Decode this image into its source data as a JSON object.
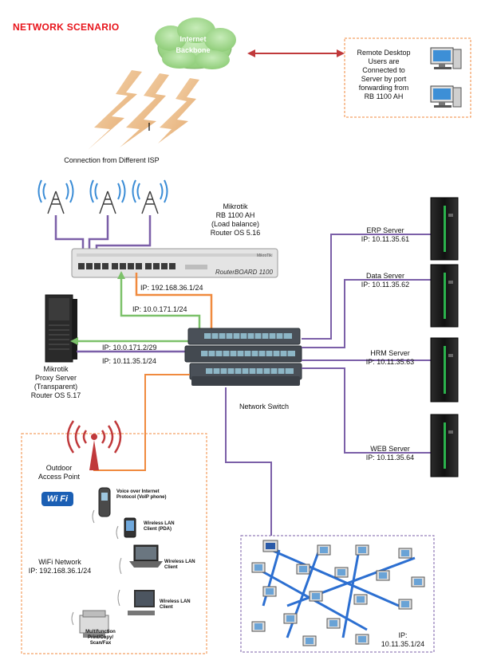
{
  "title": "NETWORK SCENARIO",
  "cloud": {
    "line1": "Internet",
    "line2": "Backbone"
  },
  "remote": [
    "Remote Desktop",
    "Users are",
    "Connected to",
    "Server by port",
    "forwarding from",
    "RB 1100 AH"
  ],
  "isp_caption": "Connection from Different ISP",
  "router": {
    "l1": "Mikrotik",
    "l2": "RB 1100 AH",
    "l3": "(Load balance)",
    "l4": "Router OS 5.16",
    "brand": "RouterBOARD 1100",
    "tiny": "MikroTik"
  },
  "ip_router_lan": "IP: 192.168.36.1/24",
  "ip_router_link": "IP: 10.0.171.1/24",
  "ip_proxy_a": "IP: 10.0.171.2/29",
  "ip_proxy_b": "IP: 10.11.35.1/24",
  "proxy": {
    "l1": "Mikrotik",
    "l2": "Proxy Server",
    "l3": "(Transparent)",
    "l4": "Router OS 5.17"
  },
  "switch_label": "Network Switch",
  "servers": [
    {
      "name": "ERP Server",
      "ip": "IP: 10.11.35.61"
    },
    {
      "name": "Data Server",
      "ip": "IP: 10.11.35.62"
    },
    {
      "name": "HRM Server",
      "ip": "IP: 10.11.35.63"
    },
    {
      "name": "WEB Server",
      "ip": "IP: 10.11.35.64"
    }
  ],
  "ap": {
    "l1": "Outdoor",
    "l2": "Access Point"
  },
  "wifi_badge": "Wi Fi",
  "wifi_net": {
    "l1": "WiFi Network",
    "l2": "IP: 192.168.36.1/24"
  },
  "clients": {
    "voip": [
      "Voice over Internet",
      "Protocol (VoIP phone)"
    ],
    "pda": [
      "Wireless LAN",
      "Client (PDA)"
    ],
    "laptop": [
      "Wireless LAN",
      "Client"
    ],
    "desktop": [
      "Wireless LAN",
      "Client"
    ],
    "mfp": [
      "Multifunction",
      "Print/Copy/",
      "Scan/Fax"
    ]
  },
  "lan": {
    "l1": "IP:",
    "l2": "10.11.35.1/24"
  },
  "colors": {
    "purple": "#7b5fa8",
    "orange": "#f08a3e",
    "green": "#7cc16a",
    "red": "#c0393b",
    "title": "#e8141b"
  }
}
